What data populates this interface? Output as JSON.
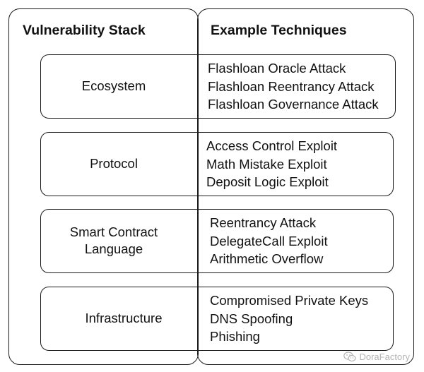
{
  "headers": {
    "left": "Vulnerability Stack",
    "right": "Example Techniques"
  },
  "layers": [
    {
      "label_lines": [
        "Ecosystem"
      ],
      "techniques": [
        "Flashloan Oracle Attack",
        "Flashloan Reentrancy Attack",
        "Flashloan Governance Attack"
      ]
    },
    {
      "label_lines": [
        "Protocol"
      ],
      "techniques": [
        "Access Control Exploit",
        "Math Mistake Exploit",
        "Deposit Logic Exploit"
      ]
    },
    {
      "label_lines": [
        "Smart Contract",
        "Language"
      ],
      "techniques": [
        "Reentrancy Attack",
        "DelegateCall Exploit",
        "Arithmetic Overflow"
      ]
    },
    {
      "label_lines": [
        "Infrastructure"
      ],
      "techniques": [
        "Compromised Private Keys",
        "DNS Spoofing",
        "Phishing"
      ]
    }
  ],
  "watermark": {
    "text": "DoraFactory",
    "icon": "wechat-icon",
    "color": "#b3b3b3"
  }
}
